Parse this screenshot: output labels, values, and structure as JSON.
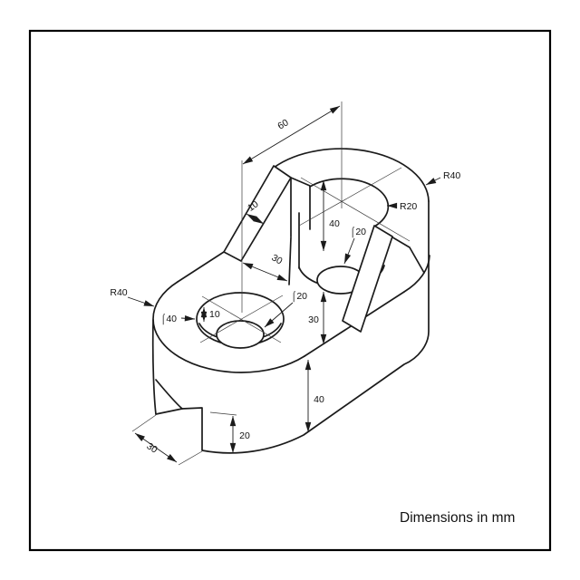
{
  "note": "Dimensions in mm",
  "dims": {
    "length_60": "60",
    "radius_outer_right": "R40",
    "radius_recess": "R20",
    "dia_hole_upper": "⌠20",
    "depth_recess_40": "40",
    "height_mid_30": "30",
    "radius_outer_left": "R40",
    "dia_counterbore": "⌠40",
    "depth_counterbore_10": "10",
    "dia_hole_lower": "⌠20",
    "rib_thickness_10": "10",
    "rib_length_30": "30",
    "base_height_40": "40",
    "slot_height_20": "20",
    "slot_width_30": "30"
  }
}
